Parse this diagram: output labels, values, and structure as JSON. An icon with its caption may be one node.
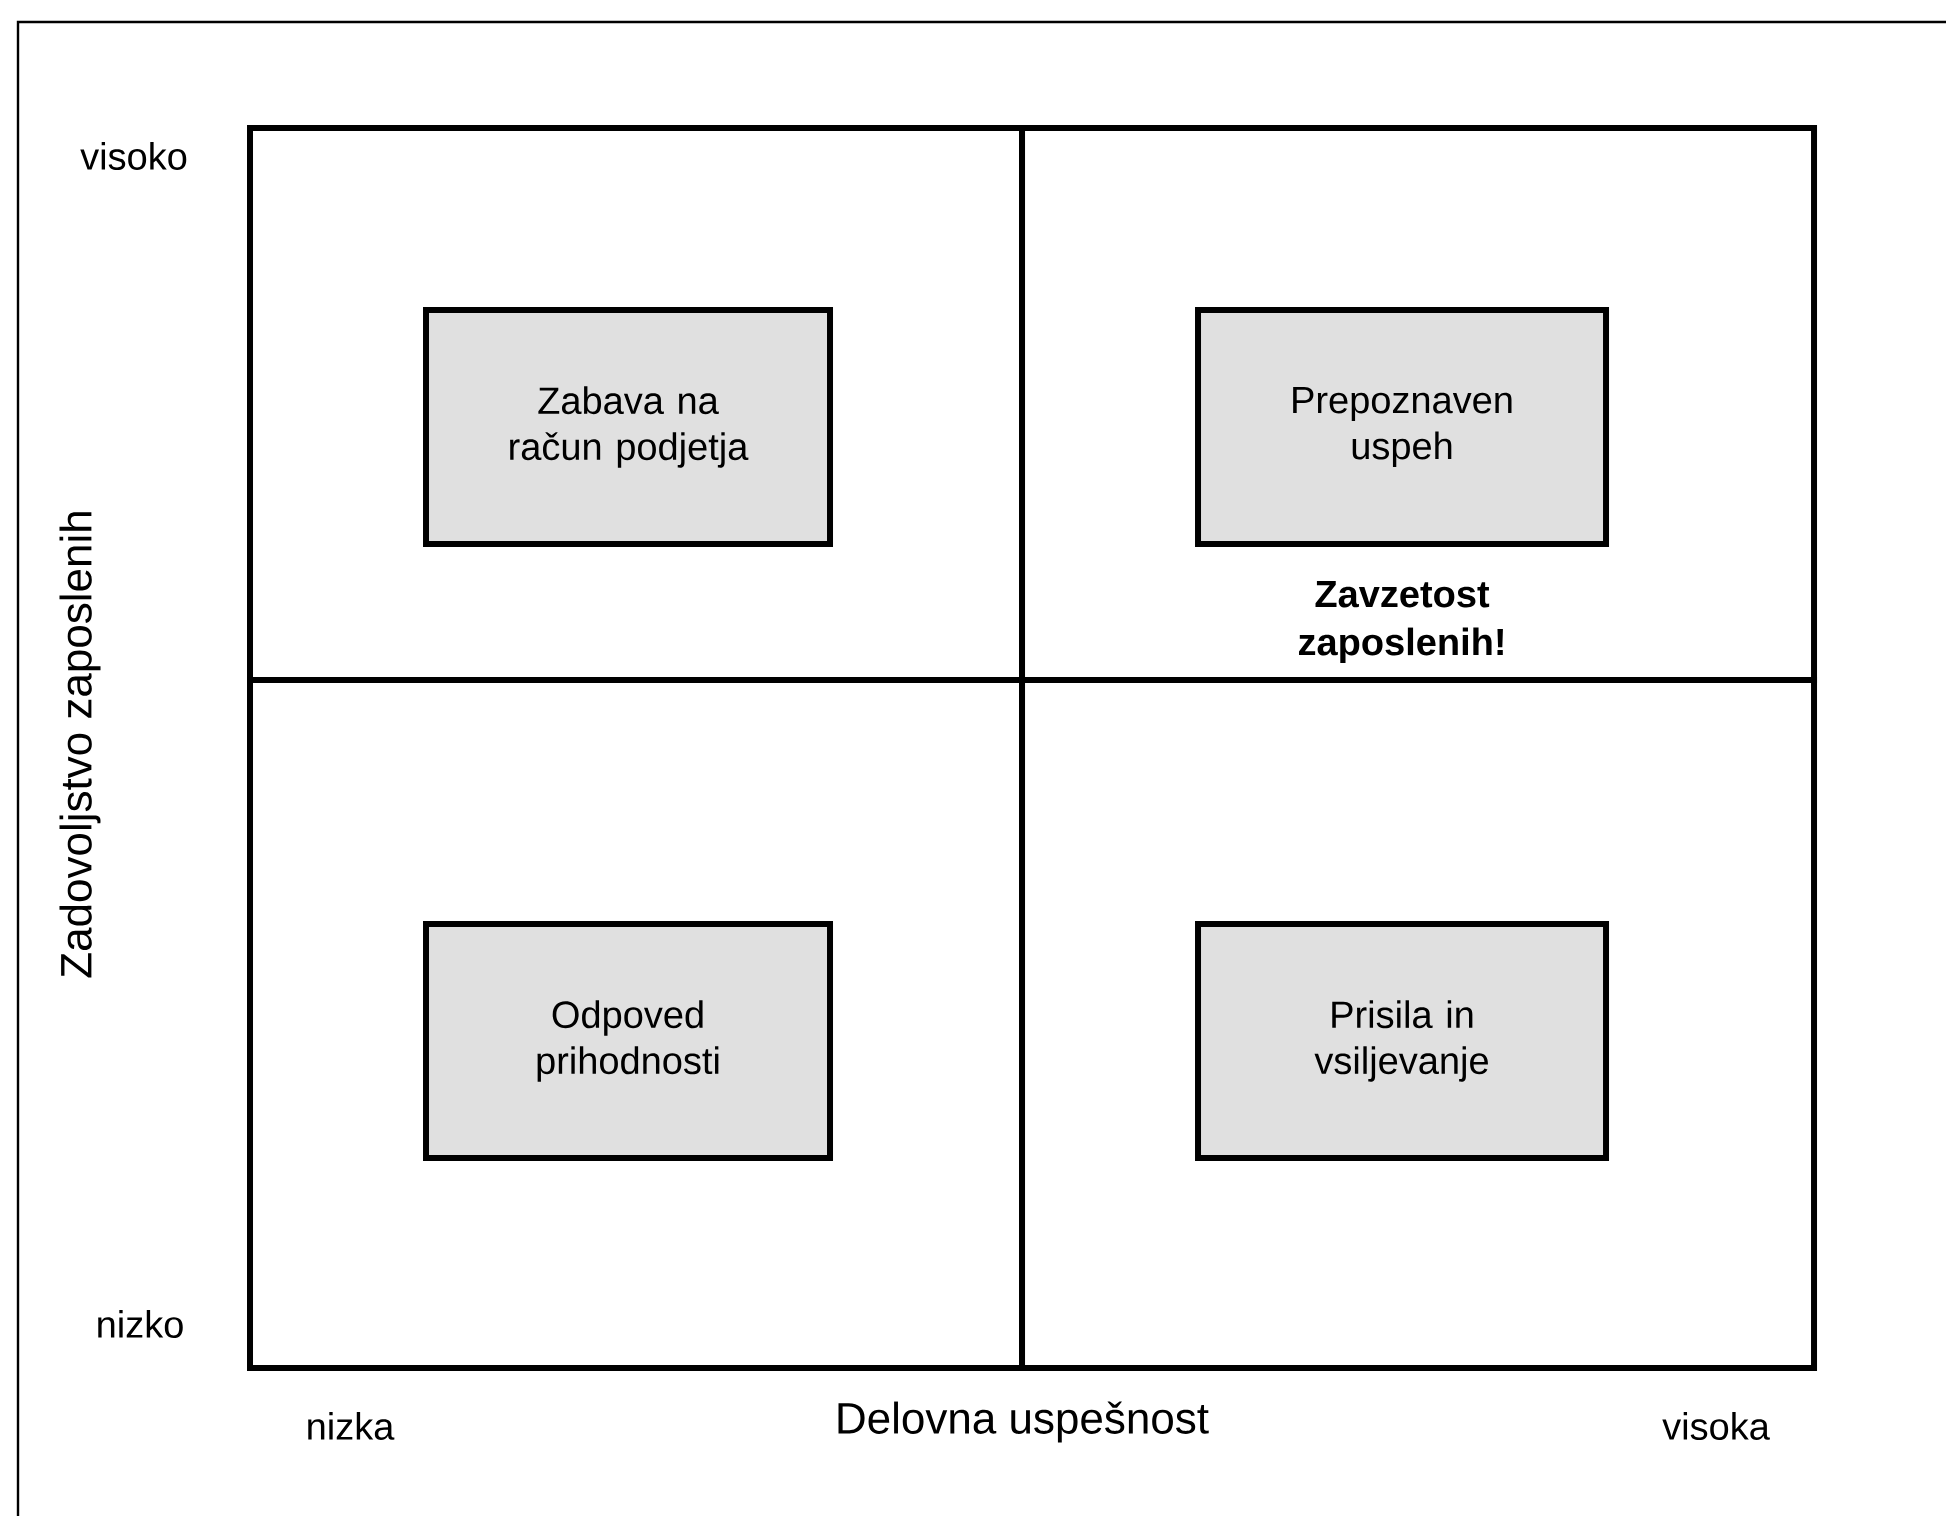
{
  "diagram": {
    "nodes": [
      {
        "text": [],
        "shape": "box"
      },
      {
        "text": [
          "Zavzetost zaposlenih!"
        ]
      },
      {
        "text": [],
        "shape": "box"
      },
      {
        "text": [],
        "shape": "box"
      },
      {
        "text": [
          "Zabava na račun podjetja"
        ],
        "in": 0
      },
      {
        "text": [
          "Prepoznaven uspeh"
        ],
        "in": 1
      },
      {
        "text": [
          "Odpoved prihodnosti"
        ],
        "in": 2
      },
      {
        "text": [
          "Prisila in vsiljevanje"
        ],
        "in": 3
      }
    ],
    "edges": [],
    "labels": [
      "visoko",
      "Zadovoljstvo zaposlenih",
      "nizko",
      "nizka",
      "Delovna uspešnost",
      "visoka"
    ]
  }
}
